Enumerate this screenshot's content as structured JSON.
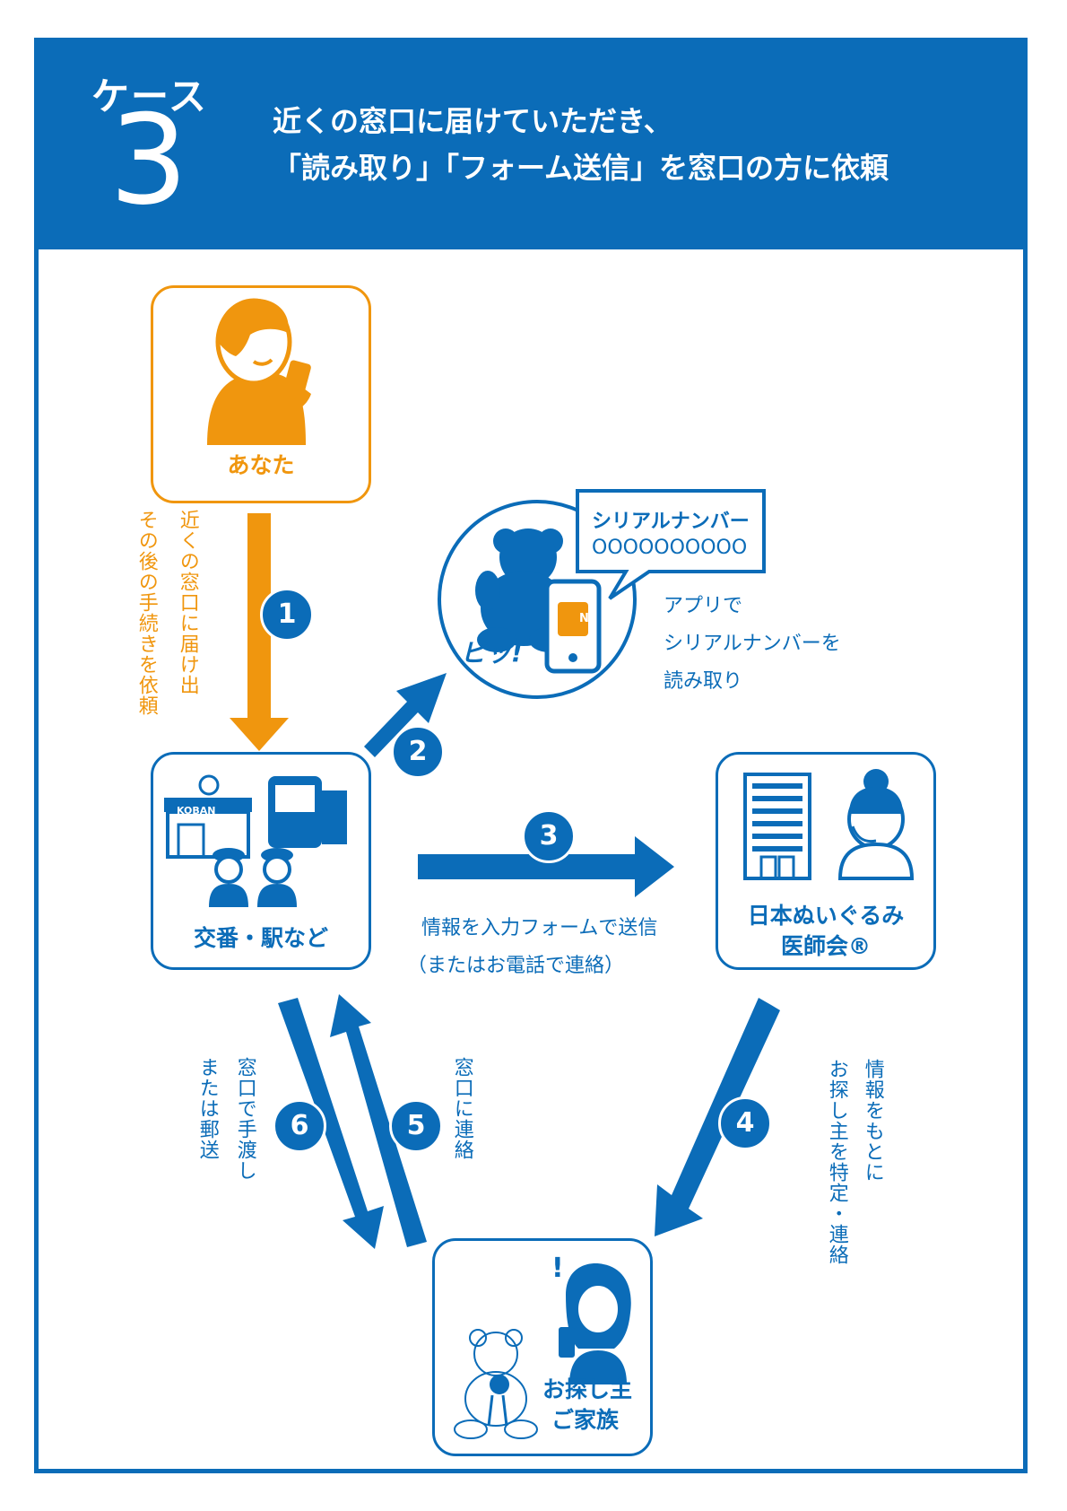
{
  "header": {
    "case_label": "ケース",
    "case_number": "3",
    "line1": "近くの窓口に届けていただき、",
    "line2": "「読み取り」「フォーム送信」を窓口の方に依頼"
  },
  "nodes": {
    "you": {
      "label": "あなた"
    },
    "koban": {
      "label": "交番・駅など",
      "sign": "KOBAN"
    },
    "association": {
      "label_line1": "日本ぬいぐるみ",
      "label_line2": "医師会®"
    },
    "owner": {
      "label_line1": "お探し主",
      "label_line2": "ご家族"
    },
    "scan": {
      "bubble_title": "シリアルナンバー",
      "bubble_serial": "OOOOOOOOOO",
      "sound": "ピッ!",
      "nfc": "N"
    }
  },
  "steps": [
    {
      "num": "1",
      "text_col1": "近くの窓口に届け出",
      "text_col2": "その後の手続きを依頼"
    },
    {
      "num": "2",
      "text_line1": "アプリで",
      "text_line2": "シリアルナンバーを",
      "text_line3": "読み取り"
    },
    {
      "num": "3",
      "text_line1": "情報を入力フォームで送信",
      "text_line2": "（またはお電話で連絡）"
    },
    {
      "num": "4",
      "text_col1": "情報をもとに",
      "text_col2": "お探し主を特定・連絡"
    },
    {
      "num": "5",
      "text_col1": "窓口に連絡"
    },
    {
      "num": "6",
      "text_col1": "窓口で手渡し",
      "text_col2": "または郵送"
    }
  ],
  "colors": {
    "blue": "#0b6cb8",
    "orange": "#f0960e",
    "white": "#ffffff"
  }
}
